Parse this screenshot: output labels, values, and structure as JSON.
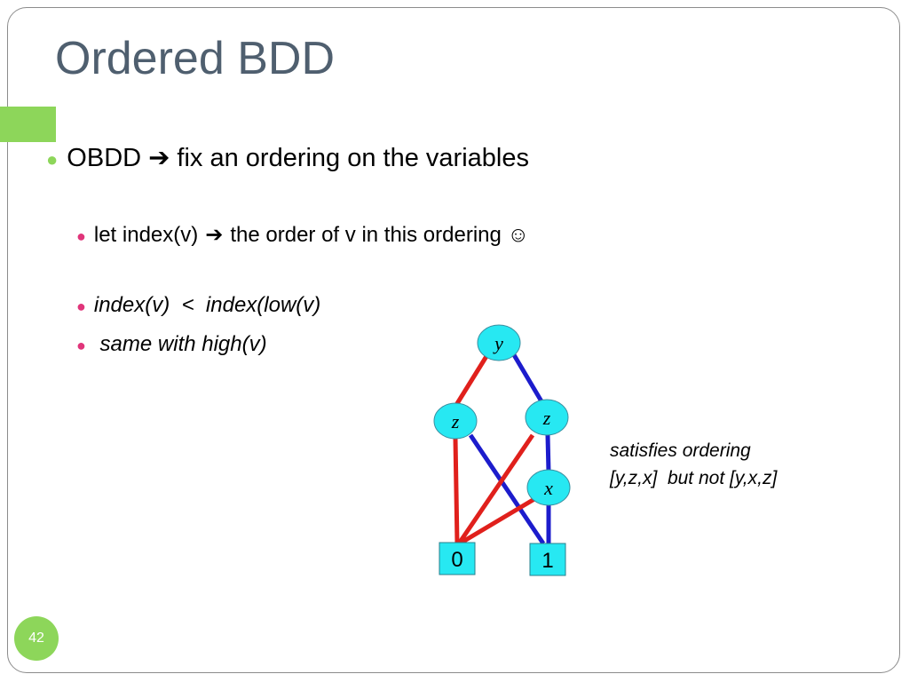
{
  "slide": {
    "title": "Ordered BDD",
    "page_number": "42"
  },
  "bullets": {
    "b1_prefix": "OBDD",
    "b1_arrow": "➔",
    "b1_suffix": "fix an ordering on the variables",
    "b2_prefix": "let index(v)",
    "b2_arrow": "➔",
    "b2_suffix": "the order of v in this ordering ☺",
    "b3": "index(v)  <  index(low(v)",
    "b4": " same with high(v)"
  },
  "diagram": {
    "nodes": {
      "y": "y",
      "z_left": "z",
      "z_right": "z",
      "x": "x",
      "leaf0": "0",
      "leaf1": "1"
    },
    "caption_line1": "satisfies ordering",
    "caption_line2": "[y,z,x]  but not [y,x,z]"
  },
  "colors": {
    "title": "#4f5f6f",
    "accent": "#8dd65a",
    "bullet_sub": "#e0357a",
    "node_fill": "#27e8f2",
    "low_edge": "#e0201c",
    "high_edge": "#1c1ccc"
  }
}
